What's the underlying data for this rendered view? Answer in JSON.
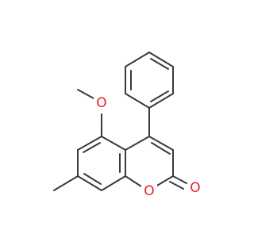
{
  "molecule": {
    "colors": {
      "bond": "#3a3a3a",
      "oxygen": "#e8202a",
      "background": "#ffffff"
    },
    "atoms": {
      "methoxy_oxygen": "O",
      "ring_oxygen": "O",
      "carbonyl_oxygen": "O"
    }
  }
}
